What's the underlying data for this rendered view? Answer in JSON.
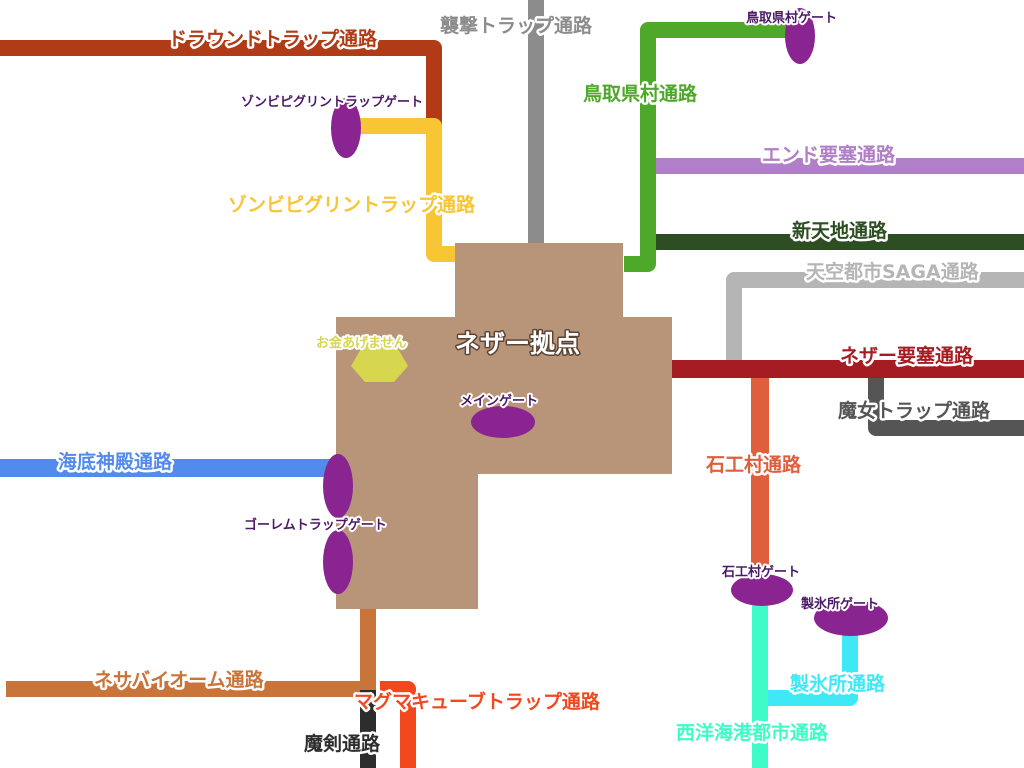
{
  "hub": {
    "name": "ネザー拠点",
    "color": "#b89478"
  },
  "money": {
    "label": "お金あげません",
    "color": "#d6d64f"
  },
  "passages": [
    {
      "id": "drownd",
      "label": "ドラウンドトラップ通路",
      "color": "#b13b16"
    },
    {
      "id": "shugeki",
      "label": "襲撃トラップ通路",
      "color": "#8c8c8c"
    },
    {
      "id": "tottori",
      "label": "鳥取県村通路",
      "color": "#4ea829"
    },
    {
      "id": "end",
      "label": "エンド要塞通路",
      "color": "#b07fc7"
    },
    {
      "id": "shintenchi",
      "label": "新天地通路",
      "color": "#2d4d22"
    },
    {
      "id": "saga",
      "label": "天空都市SAGA通路",
      "color": "#b5b5b5"
    },
    {
      "id": "nether-fortress",
      "label": "ネザー要塞通路",
      "color": "#a51c22"
    },
    {
      "id": "witch",
      "label": "魔女トラップ通路",
      "color": "#555555"
    },
    {
      "id": "zombie-piglin",
      "label": "ゾンビピグリントラップ通路",
      "color": "#f8c535"
    },
    {
      "id": "kaitei",
      "label": "海底神殿通路",
      "color": "#528bed"
    },
    {
      "id": "sekkou",
      "label": "石工村通路",
      "color": "#df5f3c"
    },
    {
      "id": "seihyo",
      "label": "製氷所通路",
      "color": "#3ee9f5"
    },
    {
      "id": "seiyo",
      "label": "西洋海港都市通路",
      "color": "#3efbc7"
    },
    {
      "id": "nether-biome",
      "label": "ネサバイオーム通路",
      "color": "#c9743a"
    },
    {
      "id": "magma",
      "label": "マグマキューブトラップ通路",
      "color": "#f3471d"
    },
    {
      "id": "maken",
      "label": "魔剣通路",
      "color": "#2d2d2d"
    }
  ],
  "gates": [
    {
      "id": "tottori-gate",
      "label": "鳥取県村ゲート"
    },
    {
      "id": "zombie-piglin-gate",
      "label": "ゾンビピグリントラップゲート"
    },
    {
      "id": "main-gate",
      "label": "メインゲート"
    },
    {
      "id": "golem-gate",
      "label": "ゴーレムトラップゲート"
    },
    {
      "id": "sekkou-gate",
      "label": "石工村ゲート"
    },
    {
      "id": "seihyo-gate",
      "label": "製氷所ゲート"
    }
  ],
  "gate_color": "#8a2491"
}
